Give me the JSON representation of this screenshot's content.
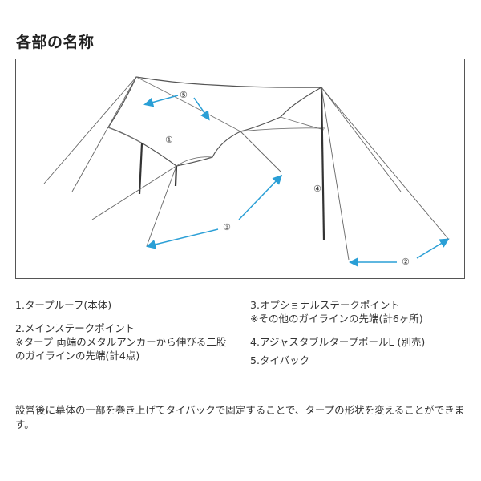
{
  "heading": "各部の名称",
  "callouts": {
    "c1": "①",
    "c2": "②",
    "c3": "③",
    "c4": "④",
    "c5": "⑤"
  },
  "legend": {
    "item1": {
      "label": "1.タープルーフ(本体)"
    },
    "item2": {
      "label": "2.メインステークポイント",
      "note": "※タープ 両端のメタルアンカーから伸びる二股のガイラインの先端(計4点)"
    },
    "item3": {
      "label": "3.オプショナルステークポイント",
      "note": "※その他のガイラインの先端(計6ヶ所)"
    },
    "item4": {
      "label": "4.アジャスタブルタープポールL (別売)"
    },
    "item5": {
      "label": "5.タイバック"
    }
  },
  "footer_text": "設営後に幕体の一部を巻き上げてタイバックで固定することで、タープの形状を変えることができます。",
  "colors": {
    "line": "#555555",
    "arrow": "#2a9fd6",
    "pole": "#333333"
  }
}
